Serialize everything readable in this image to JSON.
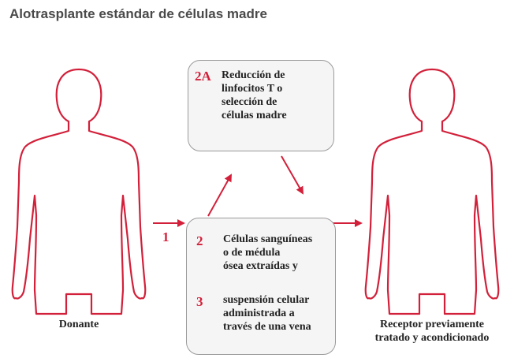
{
  "title": "Alotrasplante estándar de células madre",
  "colors": {
    "accent": "#d2203a",
    "box_fill": "#f5f5f5",
    "box_border": "#9a9a9a",
    "text": "#222222",
    "title": "#4a4a4a"
  },
  "box_top": {
    "number": "2A",
    "text": "Reducción de\nlinfocitos T o\nselección de\ncélulas madre"
  },
  "box_bottom": {
    "step2_number": "2",
    "step2_text": "Células sanguíneas\no de médula\nósea extraídas y",
    "step3_number": "3",
    "step3_text": "suspensión celular\nadministrada a\ntravés de una vena"
  },
  "step1_number": "1",
  "donor_label": "Donante",
  "recipient_label": "Receptor previamente\ntratado y acondicionado",
  "icons": [
    "donor-body-outline-icon",
    "recipient-body-outline-icon"
  ]
}
